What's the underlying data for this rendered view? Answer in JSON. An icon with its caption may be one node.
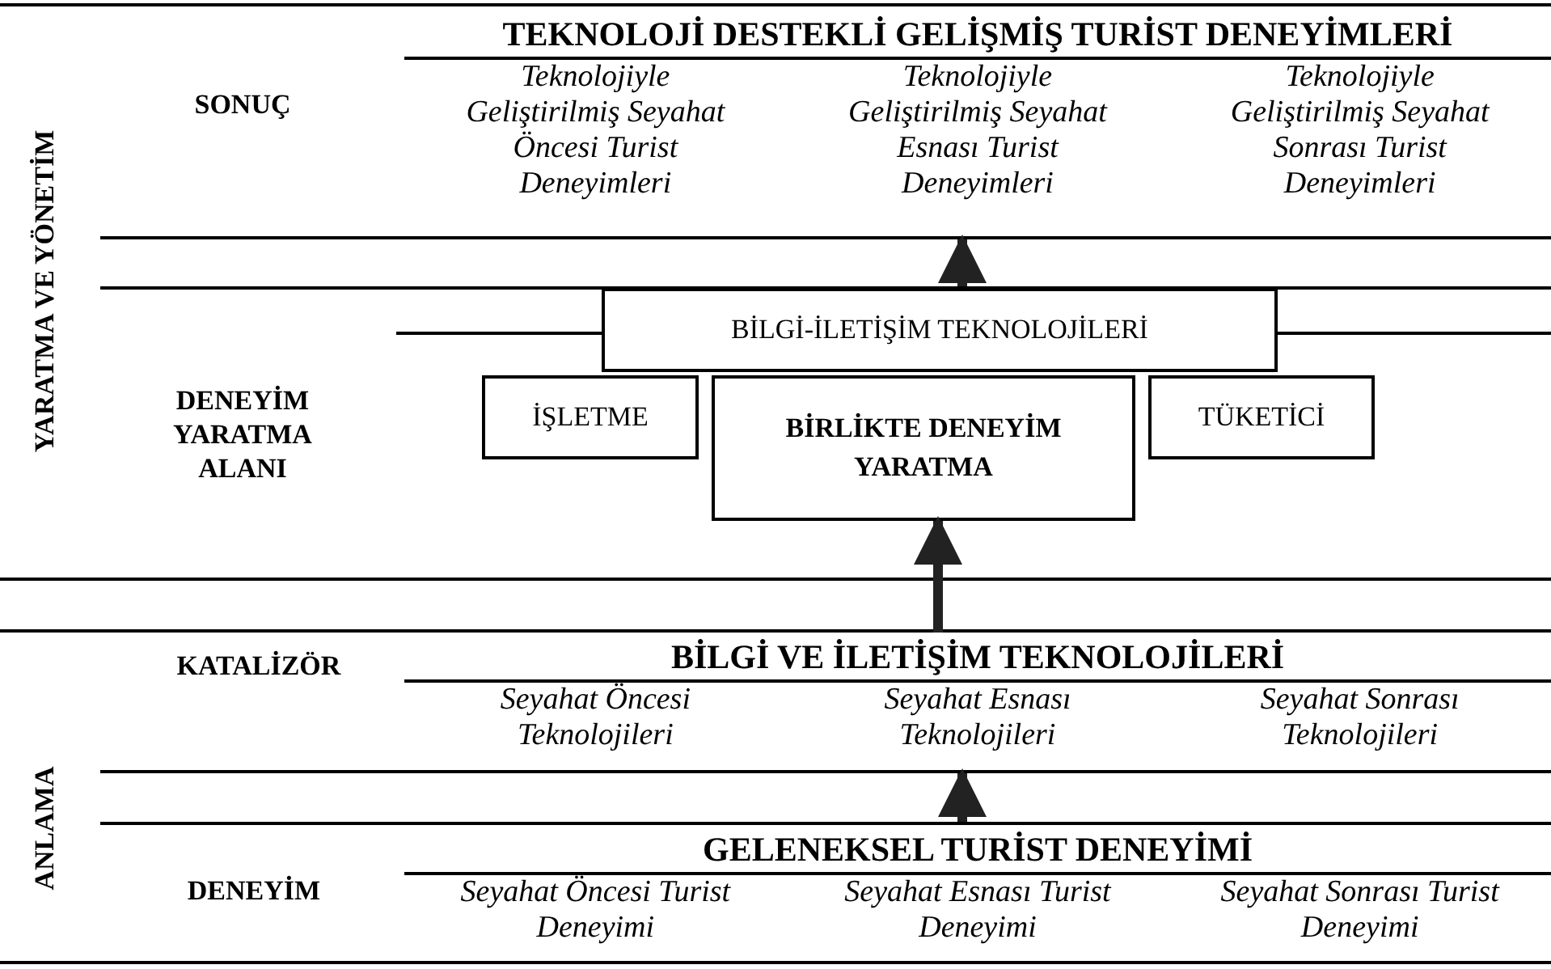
{
  "diagram": {
    "nodes": [
      {
        "text": [
          "SONUÇ",
          "TEKNOLOJİ DESTEKLİ GELİŞMİŞ TURİST DENEYİMLERİ",
          "Teknolojiyle Geliştirilmiş Seyahat Öncesi Turist Deneyimleri",
          "Teknolojiyle Geliştirilmiş Seyahat Esnası Turist Deneyimleri",
          "Teknolojiyle Geliştirilmiş Seyahat Sonrası Turist Deneyimleri"
        ]
      },
      {
        "text": [
          "DENEYİM YARATMA ALANI"
        ]
      },
      {
        "text": [
          "BİLGİ-İLETİŞİM TEKNOLOJİLERİ"
        ],
        "in": 1
      },
      {
        "text": [
          "İŞLETME"
        ],
        "in": 1
      },
      {
        "text": [
          "BİRLİKTE DENEYİM YARATMA"
        ],
        "in": 1
      },
      {
        "text": [
          "TÜKETİCİ"
        ],
        "in": 1
      },
      {
        "text": [
          "KATALİZÖR",
          "BİLGİ VE İLETİŞİM TEKNOLOJİLERİ",
          "Seyahat Öncesi Teknolojileri",
          "Seyahat Esnası Teknolojileri",
          "Seyahat Sonrası Teknolojileri"
        ]
      },
      {
        "text": [
          "DENEYİM",
          "GELENEKSEL TURİST DENEYİMİ",
          "Seyahat Öncesi Turist Deneyimi",
          "Seyahat Esnası Turist Deneyimi",
          "Seyahat Sonrası Turist Deneyimi"
        ]
      }
    ],
    "edges": [
      {
        "from": 6,
        "to": 4,
        "arrow": "to"
      },
      {
        "from": 1,
        "to": 0,
        "arrow": "to"
      },
      {
        "from": 7,
        "to": 6,
        "arrow": "to"
      }
    ],
    "labels": [
      "YARATMA VE YÖNETİM",
      "ANLAMA"
    ]
  }
}
